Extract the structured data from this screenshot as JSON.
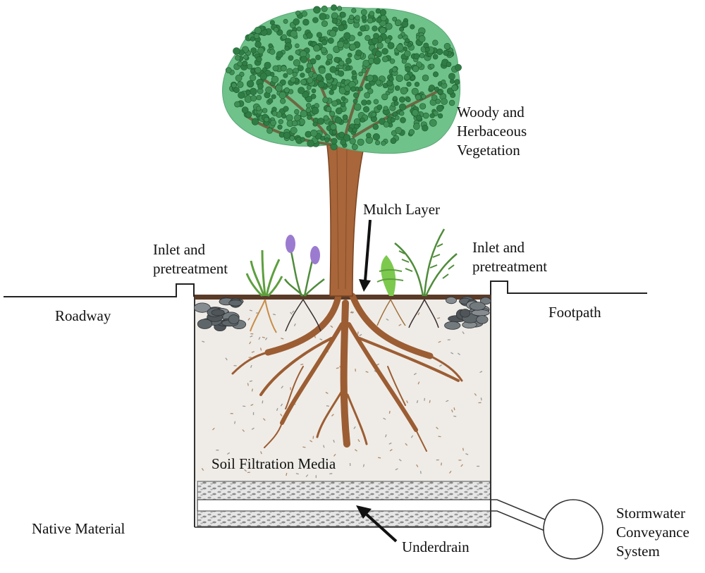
{
  "labels": {
    "vegetation": [
      "Woody and",
      "Herbaceous",
      "Vegetation"
    ],
    "mulch": "Mulch Layer",
    "inlet_left": [
      "Inlet and",
      "pretreatment"
    ],
    "inlet_right": [
      "Inlet and",
      "pretreatment"
    ],
    "roadway": "Roadway",
    "footpath": "Footpath",
    "soil": "Soil Filtration Media",
    "native": "Native Material",
    "underdrain": "Underdrain",
    "stormwater": [
      "Stormwater",
      "Conveyance",
      "System"
    ]
  },
  "colors": {
    "canopy": "#3f8f55",
    "canopy_light": "#6fc28a",
    "trunk": "#a8663a",
    "trunk_dark": "#7a4522",
    "soil": "#eeebe6",
    "gravel": "#cfcfcf",
    "rock": "#6d7478",
    "lavender": "#9b7bd0",
    "grass": "#5d9f3e",
    "fern": "#4f8c3a",
    "mulch": "#5a3b28",
    "line": "#222222"
  }
}
